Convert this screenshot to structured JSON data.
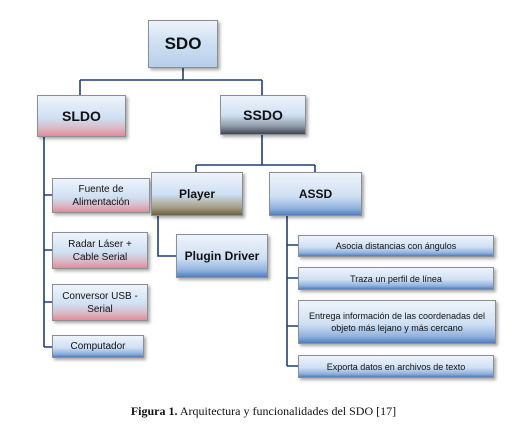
{
  "nodes": {
    "sdo": "SDO",
    "sldo": "SLDO",
    "ssdo": "SSDO",
    "fuente": "Fuente de Alimentación",
    "radar": "Radar Láser + Cable Serial",
    "conversor": "Conversor USB - Serial",
    "computador": "Computador",
    "player": "Player",
    "plugin": "Plugin Driver",
    "assd": "ASSD",
    "asocia": "Asocia distancias con ángulos",
    "traza": "Traza un perfil de línea",
    "entrega": "Entrega información de las coordenadas del objeto más lejano y más cercano",
    "exporta": "Exporta datos en archivos de texto"
  },
  "caption": {
    "label": "Figura 1.",
    "text": "Arquitectura y funcionalidades del SDO [17]"
  },
  "colors": {
    "box_border": "#8a8f96",
    "connector": "#1f3f7a",
    "accent_pink": "#e58a9a",
    "accent_dark": "#3f4654",
    "accent_olive": "#6a6242",
    "accent_blue": "#4f7fc0"
  }
}
